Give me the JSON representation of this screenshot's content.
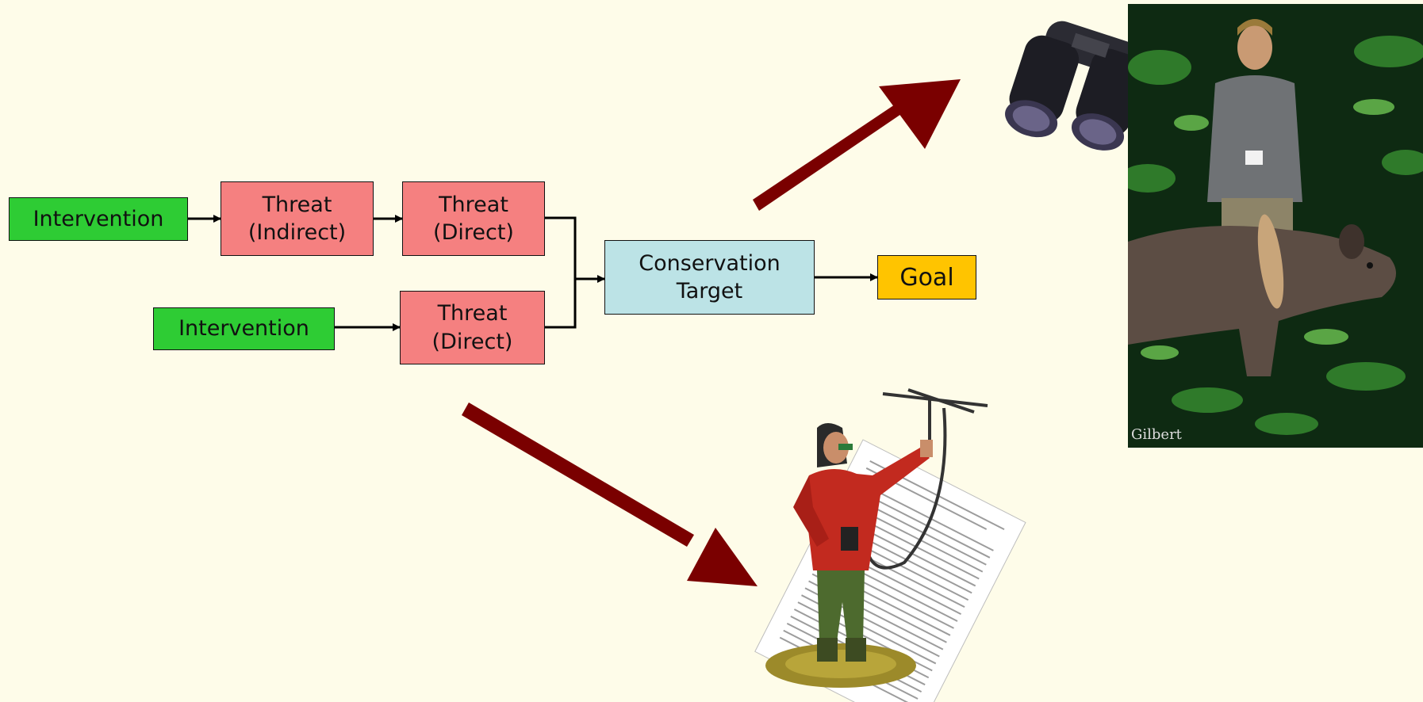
{
  "diagram": {
    "intervention_1": "Intervention",
    "threat_indirect": {
      "line1": "Threat",
      "line2": "(Indirect)"
    },
    "threat_direct_1": {
      "line1": "Threat",
      "line2": "(Direct)"
    },
    "intervention_2": "Intervention",
    "threat_direct_2": {
      "line1": "Threat",
      "line2": "(Direct)"
    },
    "conservation_target": {
      "line1": "Conservation",
      "line2": "Target"
    },
    "goal": "Goal"
  },
  "photo": {
    "credit": "Gilbert"
  },
  "colors": {
    "background": "#FEFCE9",
    "intervention": "#2ECC34",
    "threat": "#F58080",
    "target": "#BCE3E6",
    "goal": "#FFC400",
    "big_arrow": "#7A0000"
  },
  "illustrations": [
    "binoculars-image",
    "field-researcher-photo",
    "radio-tracking-researcher-image",
    "scientific-paper-image"
  ]
}
